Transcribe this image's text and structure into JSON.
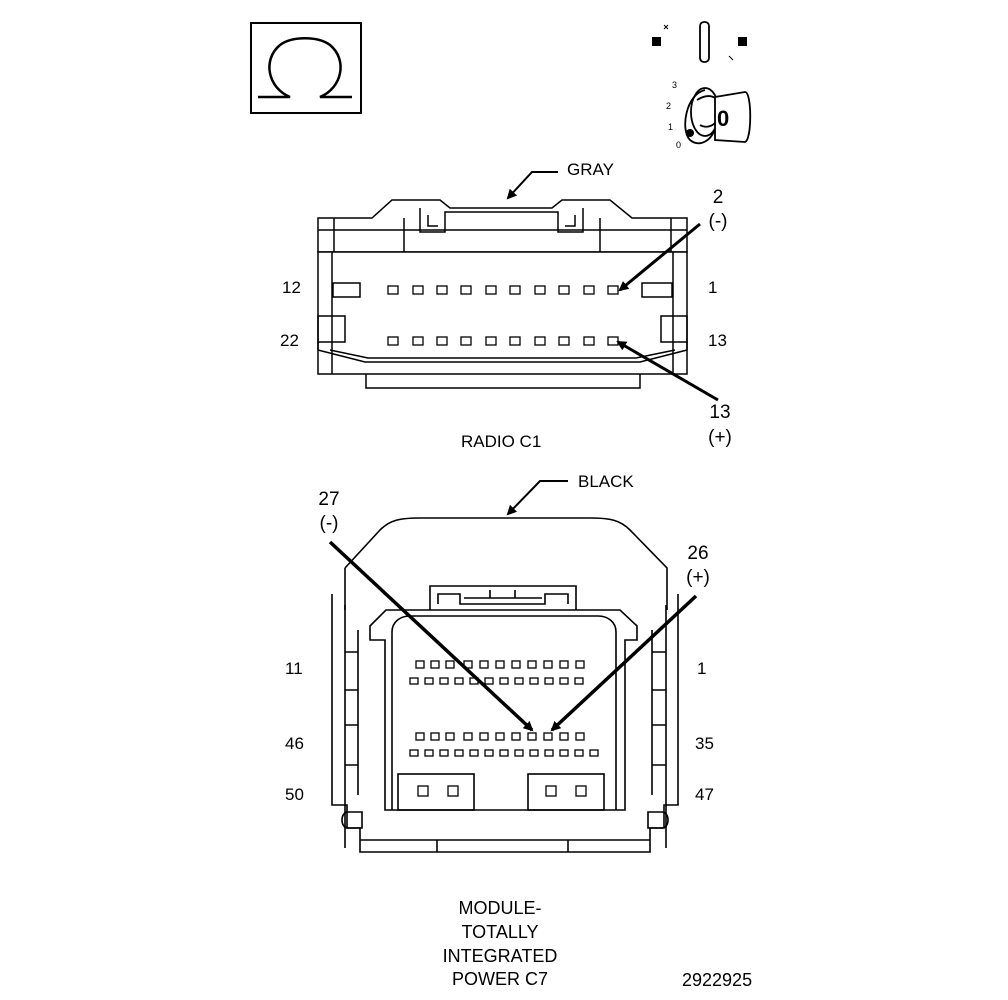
{
  "radio_connector": {
    "color_label": "GRAY",
    "title": "RADIO C1",
    "cavity_labels": {
      "top_left": "12",
      "top_right": "1",
      "bottom_left": "22",
      "bottom_right": "13"
    },
    "callout_negative": {
      "number": "2",
      "polarity": "(-)"
    },
    "callout_positive": {
      "number": "13",
      "polarity": "(+)"
    }
  },
  "tipm_connector": {
    "color_label": "BLACK",
    "title_lines": [
      "MODULE-",
      "TOTALLY",
      "INTEGRATED",
      "POWER C7"
    ],
    "cavity_labels": {
      "row1_left": "11",
      "row1_right": "1",
      "row3_left": "46",
      "row3_right": "35",
      "row5_left": "50",
      "row5_right": "47"
    },
    "callout_negative": {
      "number": "27",
      "polarity": "(-)"
    },
    "callout_positive": {
      "number": "26",
      "polarity": "(+)"
    }
  },
  "key_position_label": "0",
  "ignition_scale": [
    "3",
    "2",
    "1",
    "0"
  ],
  "figure_number": "2922925",
  "icons": [
    "ohm-meter-icon",
    "ignition-key-icon"
  ]
}
